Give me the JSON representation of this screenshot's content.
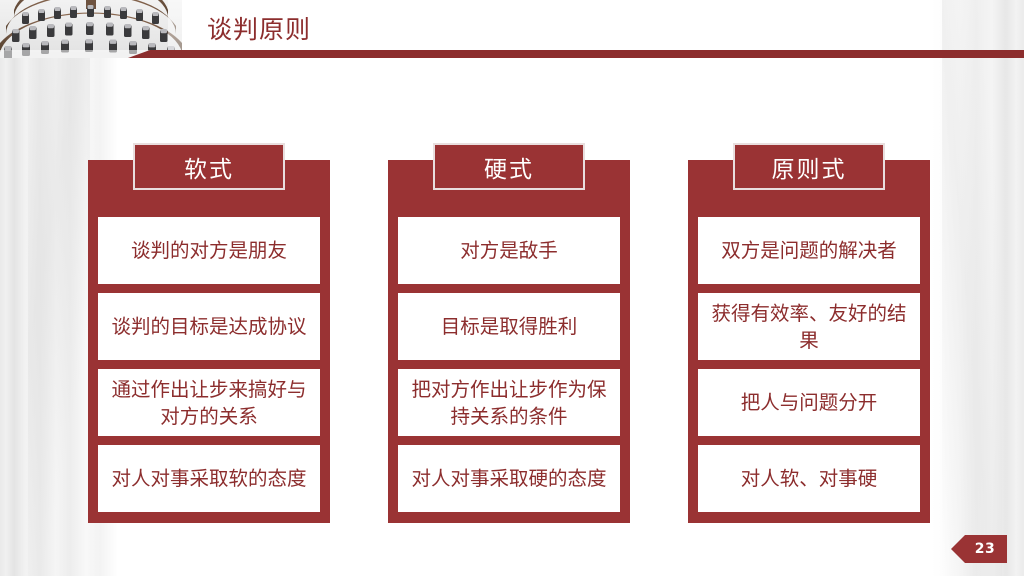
{
  "slide": {
    "title": "谈判原则",
    "page_number": "23",
    "accent_color": "#9a3334",
    "text_color": "#8c2d2d",
    "background_color": "#ffffff"
  },
  "header": {
    "decoration_icon": "conference-auditorium-photo"
  },
  "columns": [
    {
      "header": "软式",
      "items": [
        "谈判的对方是朋友",
        "谈判的目标是达成协议",
        "通过作出让步来搞好与对方的关系",
        "对人对事采取软的态度"
      ]
    },
    {
      "header": "硬式",
      "items": [
        "对方是敌手",
        "目标是取得胜利",
        "把对方作出让步作为保持关系的条件",
        "对人对事采取硬的态度"
      ]
    },
    {
      "header": "原则式",
      "items": [
        "双方是问题的解决者",
        "获得有效率、友好的结果",
        "把人与问题分开",
        "对人软、对事硬"
      ]
    }
  ]
}
